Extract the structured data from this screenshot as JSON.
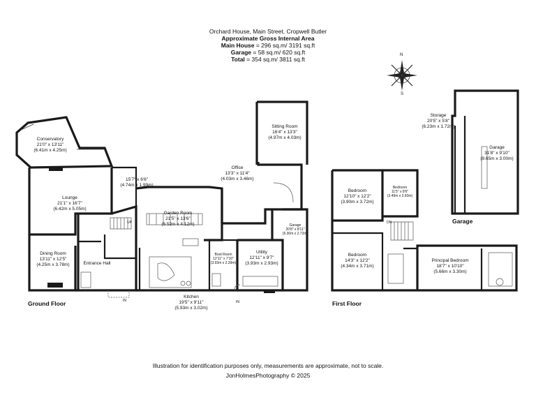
{
  "header": {
    "line1": "Orchard House, Main Street, Cropwell Butler",
    "line2": "Approximate Gross Internal Area",
    "main_house_label": "Main House",
    "main_house_value": " = 296 sq.m/ 3191 sq.ft",
    "garage_label": "Garage",
    "garage_value": " = 58 sq.m/ 620 sq.ft",
    "total_label": "Total",
    "total_value": " = 354 sq.m/ 3811 sq.ft"
  },
  "compass": {
    "n": "N",
    "s": "S",
    "icon": "compass-rose-icon"
  },
  "rooms": {
    "conservatory": {
      "name": "Conservatory",
      "imp": "21'0\" x 13'11\"",
      "met": "(6.41m x 4.25m)"
    },
    "lounge": {
      "name": "Lounge",
      "imp": "21'1\" x 16'7\"",
      "met": "(6.42m x 5.05m)"
    },
    "dining": {
      "name": "Dining Room",
      "imp": "13'11\" x 12'5\"",
      "met": "(4.25m x 3.78m)"
    },
    "entrance": {
      "name": "Entrance Hall"
    },
    "passage": {
      "imp": "15'7\" x 6'6\"",
      "met": "(4.74m x 1.99m)"
    },
    "garden": {
      "name": "Garden Room",
      "imp": "21'5\" x 13'6\"",
      "met": "(6.52m x 4.12m)"
    },
    "boot": {
      "name": "Boot Room",
      "imp": "12'11\" x 7'10\"",
      "met": "(3.93m x 2.39m)"
    },
    "utility": {
      "name": "Utility",
      "imp": "12'11\" x 9'7\"",
      "met": "(3.93m x 2.93m)"
    },
    "kitchen": {
      "name": "Kitchen",
      "imp": "19'5\" x 9'11\"",
      "met": "(5.93m x 3.02m)"
    },
    "office": {
      "name": "Office",
      "imp": "13'3\" x 11'4\"",
      "met": "(4.03m x 3.46m)"
    },
    "sitting": {
      "name": "Sitting Room",
      "imp": "16'4\" x 13'3\"",
      "met": "(4.97m x 4.03m)"
    },
    "int_garage": {
      "name": "Garage",
      "imp": "20'8\" x 8'11\"",
      "met": "(6.30m x 2.72m)"
    },
    "bed1": {
      "name": "Bedroom",
      "imp": "12'10\" x 12'2\"",
      "met": "(3.90m x 3.72m)"
    },
    "bed2": {
      "name": "Bedroom",
      "imp": "11'5\" x 8'6\"",
      "met": "(3.49m x 2.60m)"
    },
    "bed3": {
      "name": "Bedroom",
      "imp": "14'3\" x 12'2\"",
      "met": "(4.34m x 3.71m)"
    },
    "principal": {
      "name": "Principal Bedroom",
      "imp": "18'7\" x 10'10\"",
      "met": "(5.66m x 3.30m)"
    },
    "storage": {
      "name": "Storage",
      "imp": "20'5\" x 5'8\"",
      "met": "(6.23m x 1.72m)"
    },
    "det_garage": {
      "name": "Garage",
      "imp": "31'8\" x 9'10\"",
      "met": "(9.65m x 3.00m)"
    }
  },
  "tags": {
    "up": "UP",
    "dn": "DN",
    "in1": "IN",
    "in2": "IN"
  },
  "floors": {
    "ground": "Ground Floor",
    "first": "First Floor",
    "garage": "Garage"
  },
  "footer": {
    "line1": "Illustration for identification purposes only, measurements are approximate, not to scale.",
    "line2": "JonHolmesPhotography © 2025"
  }
}
